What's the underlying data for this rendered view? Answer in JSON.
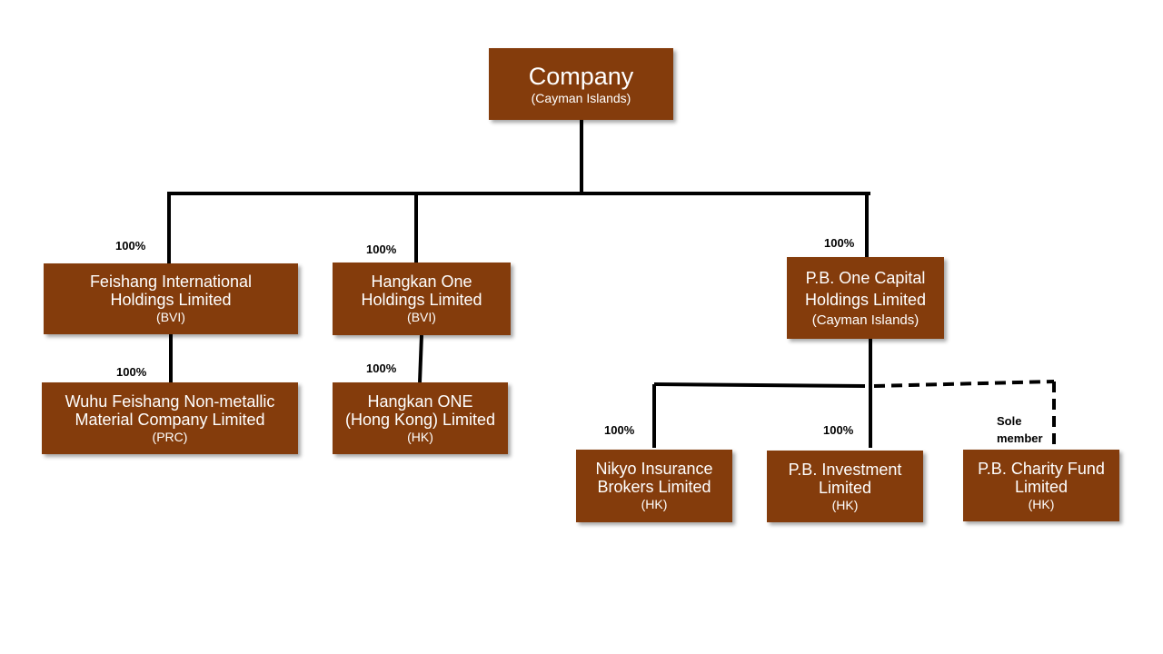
{
  "root": {
    "name": "Company",
    "jurisdiction": "(Cayman Islands)"
  },
  "level1": [
    {
      "name": "Feishang International\nHoldings Limited",
      "jurisdiction": "(BVI)",
      "ownership": "100%"
    },
    {
      "name": "Hangkan  One\nHoldings  Limited",
      "jurisdiction": "(BVI)",
      "ownership": "100%"
    },
    {
      "name": "P.B. One Capital\nHoldings Limited",
      "jurisdiction": "(Cayman Islands)",
      "ownership": "100%"
    }
  ],
  "level2": [
    {
      "name": "Wuhu Feishang Non-metallic\nMaterial Company Limited",
      "jurisdiction": "(PRC)",
      "ownership": "100%"
    },
    {
      "name": "Hangkan ONE\n(Hong Kong) Limited",
      "jurisdiction": "(HK)",
      "ownership": "100%"
    },
    {
      "name": "Nikyo Insurance\nBrokers Limited",
      "jurisdiction": "(HK)",
      "ownership": "100%"
    },
    {
      "name": "P.B. Investment\nLimited",
      "jurisdiction": "(HK)",
      "ownership": "100%"
    },
    {
      "name": "P.B. Charity Fund\nLimited",
      "jurisdiction": "(HK)",
      "ownership": "Sole\nmember"
    }
  ],
  "colors": {
    "box_fill": "#843c0c",
    "box_text": "#ffffff",
    "line": "#000000"
  }
}
